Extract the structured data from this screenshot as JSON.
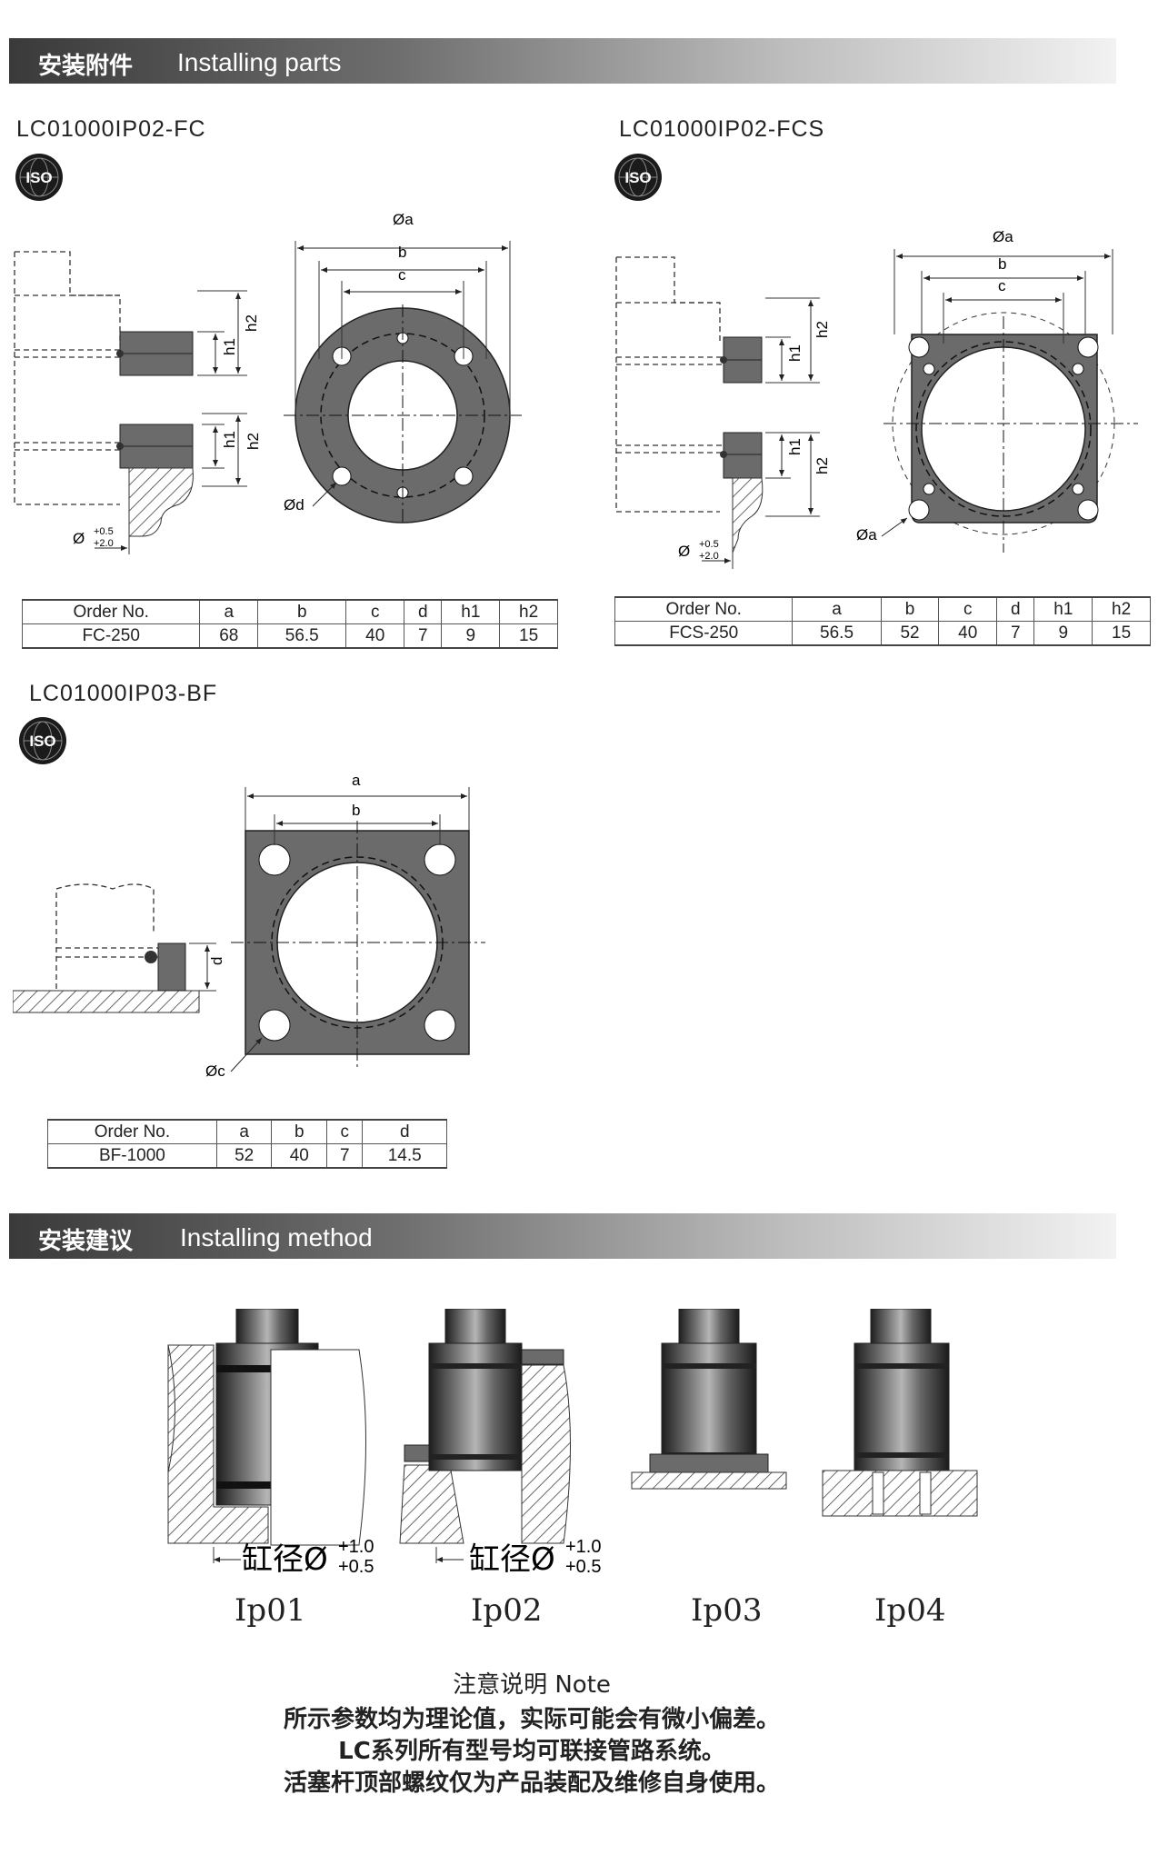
{
  "sections": {
    "parts": {
      "zh": "安装附件",
      "en": "Installing parts"
    },
    "method": {
      "zh": "安装建议",
      "en": "Installing method"
    }
  },
  "products": {
    "fc": {
      "code": "LC01000IP02-FC",
      "headers": [
        "Order No.",
        "a",
        "b",
        "c",
        "d",
        "h1",
        "h2"
      ],
      "row": [
        "FC-250",
        "68",
        "56.5",
        "40",
        "7",
        "9",
        "15"
      ]
    },
    "fcs": {
      "code": "LC01000IP02-FCS",
      "headers": [
        "Order No.",
        "a",
        "b",
        "c",
        "d",
        "h1",
        "h2"
      ],
      "row": [
        "FCS-250",
        "56.5",
        "52",
        "40",
        "7",
        "9",
        "15"
      ]
    },
    "bf": {
      "code": "LC01000IP03-BF",
      "headers": [
        "Order No.",
        "a",
        "b",
        "c",
        "d"
      ],
      "row": [
        "BF-1000",
        "52",
        "40",
        "7",
        "14.5"
      ]
    }
  },
  "iso_label": "ISO",
  "drawing_labels": {
    "oa": "Øa",
    "b": "b",
    "c": "c",
    "od": "Ød",
    "oc": "Øc",
    "a": "a",
    "d": "d",
    "h1": "h1",
    "h2": "h2",
    "phi": "Ø",
    "tol_up": "+0.5",
    "tol_dn": "+2.0"
  },
  "methods": {
    "bore_label": "缸径Ø",
    "bore_tol_up": "+1.0",
    "bore_tol_dn": "+0.5",
    "items": [
      "Ip01",
      "Ip02",
      "Ip03",
      "Ip04"
    ]
  },
  "notes": {
    "title": "注意说明 Note",
    "lines": [
      "所示参数均为理论值，实际可能会有微小偏差。",
      "LC系列所有型号均可联接管路系统。",
      "活塞杆顶部螺纹仅为产品装配及维修自身使用。"
    ]
  },
  "colors": {
    "plate": "#6b6b6b",
    "band_dark": "#3a3a3a",
    "text": "#222222"
  }
}
